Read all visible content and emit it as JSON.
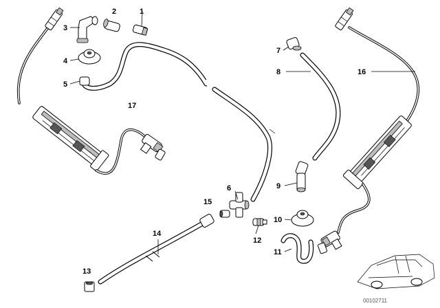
{
  "diagram": {
    "callouts": [
      {
        "id": "c1",
        "label": "1"
      },
      {
        "id": "c2",
        "label": "2"
      },
      {
        "id": "c3",
        "label": "3"
      },
      {
        "id": "c4",
        "label": "4"
      },
      {
        "id": "c5",
        "label": "5"
      },
      {
        "id": "c6",
        "label": "6"
      },
      {
        "id": "c7",
        "label": "7"
      },
      {
        "id": "c8",
        "label": "8"
      },
      {
        "id": "c9",
        "label": "9"
      },
      {
        "id": "c10",
        "label": "10"
      },
      {
        "id": "c11",
        "label": "11"
      },
      {
        "id": "c12",
        "label": "12"
      },
      {
        "id": "c13",
        "label": "13"
      },
      {
        "id": "c14",
        "label": "14"
      },
      {
        "id": "c15",
        "label": "15"
      },
      {
        "id": "c16",
        "label": "16"
      },
      {
        "id": "c17",
        "label": "17"
      }
    ],
    "document_number": "00102711"
  }
}
